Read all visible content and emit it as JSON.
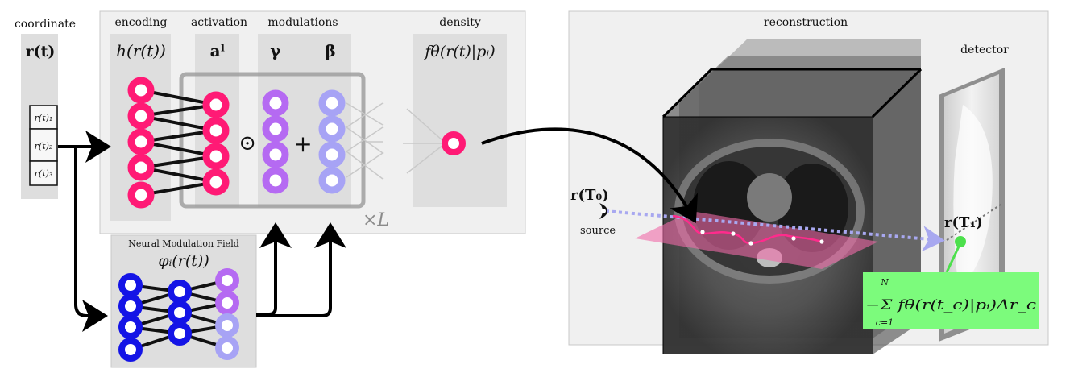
{
  "labels": {
    "coordinate": "coordinate",
    "coordinate_math": "r(t)",
    "input_1": "r(t)₁",
    "input_2": "r(t)₂",
    "input_3": "r(t)₃",
    "encoding": "encoding",
    "encoding_math": "h(r(t))",
    "activation": "activation",
    "activation_math": "aˡ",
    "modulations": "modulations",
    "gamma": "γ",
    "beta": "β",
    "density": "density",
    "density_math": "fθ(r(t)|pᵢ)",
    "hadamard": "⊙",
    "plus": "+",
    "times_L": "×L",
    "nmf_title": "Neural Modulation Field",
    "nmf_math": "φᵢ(r(t))",
    "reconstruction": "reconstruction",
    "detector": "detector",
    "source": "source",
    "r_T0": "r(T₀)",
    "r_T1": "r(T₁)",
    "sum_formula": "−Σ fθ(r(t_c)|pᵢ)Δr_c",
    "sum_upper": "N",
    "sum_lower": "c=1"
  },
  "colors": {
    "encoding_node": "#ff1a75",
    "gamma_node": "#b56af2",
    "beta_node": "#a7a3f5",
    "nmf_node": "#1414e6",
    "ray": "#a8a8f0",
    "green_box": "#7cfb7c",
    "panel_bg": "#f0f0f0",
    "column_bg": "#dedede"
  }
}
